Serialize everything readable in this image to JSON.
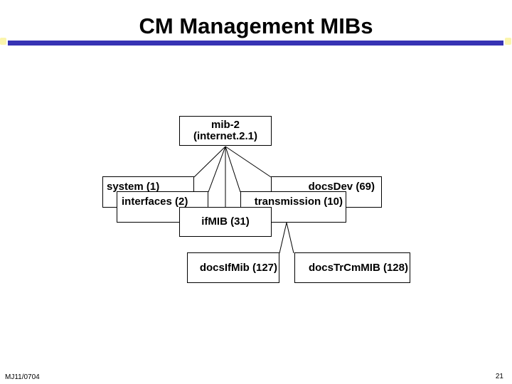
{
  "slide": {
    "title": "CM Management MIBs",
    "footer_code": "MJ11/0704",
    "page_number": "21",
    "colors": {
      "background": "#ffffff",
      "accent_rule": "#3733b4",
      "rule_end_caps": "#fbf5ad",
      "text": "#000000",
      "node_border": "#000000",
      "node_fill": "#ffffff"
    }
  },
  "diagram": {
    "nodes": {
      "mib2": {
        "label": "mib-2",
        "sublabel": "(internet.2.1)"
      },
      "system": {
        "label": "system (1)"
      },
      "interfaces": {
        "label": "interfaces (2)"
      },
      "docsdev": {
        "label": "docsDev (69)"
      },
      "transmission": {
        "label": "transmission (10)"
      },
      "ifmib": {
        "label": "ifMIB (31)"
      },
      "docsifmib": {
        "label": "docsIfMib (127)"
      },
      "docstrcmmib": {
        "label": "docsTrCmMIB (128)"
      }
    },
    "edges": [
      {
        "from": "mib-2 (internet.2.1)",
        "to": "system (1)"
      },
      {
        "from": "mib-2 (internet.2.1)",
        "to": "interfaces (2)"
      },
      {
        "from": "mib-2 (internet.2.1)",
        "to": "ifMIB (31)"
      },
      {
        "from": "mib-2 (internet.2.1)",
        "to": "transmission (10)"
      },
      {
        "from": "mib-2 (internet.2.1)",
        "to": "docsDev (69)"
      },
      {
        "from": "transmission (10)",
        "to": "docsIfMib (127)"
      },
      {
        "from": "transmission (10)",
        "to": "docsTrCmMIB (128)"
      }
    ]
  }
}
